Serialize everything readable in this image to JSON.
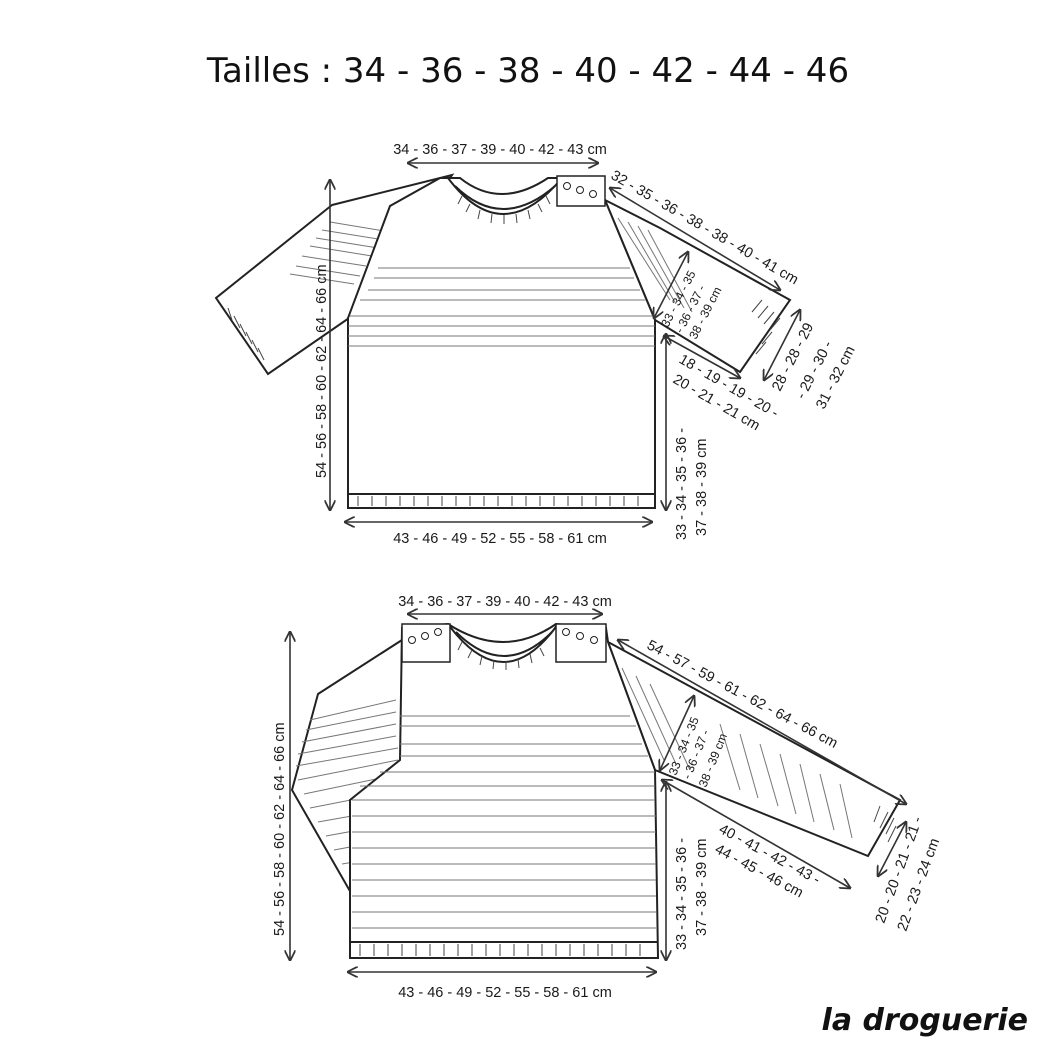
{
  "title": "Tailles : 34 - 36 - 38 - 40 - 42 - 44 - 46",
  "logo": "la droguerie",
  "diagrams": [
    {
      "variant": "short-sleeve",
      "labels": {
        "shoulder_width": "34 - 36 - 37 - 39 - 40 - 42 - 43 cm",
        "sleeve_length": "32 - 35 - 36 - 38 - 38 - 40 - 41 cm",
        "armhole_a": "33 - 34 - 35",
        "armhole_b": "- 36 - 37 -",
        "armhole_c": "38 - 39 cm",
        "cuff_width_a": "28 - 28 - 29",
        "cuff_width_b": "- 29 - 30 -",
        "cuff_width_c": "31 - 32 cm",
        "underarm_a": "18 - 19 - 19 - 20 -",
        "underarm_b": "20 - 21 - 21 cm",
        "side_a": "33 - 34 - 35 - 36 -",
        "side_b": "37 - 38 - 39 cm",
        "total_length": "54 - 56 - 58 - 60 - 62 - 64 - 66 cm",
        "bottom_width": "43 - 46 - 49 - 52 - 55 - 58 - 61 cm"
      }
    },
    {
      "variant": "long-sleeve",
      "labels": {
        "shoulder_width": "34 - 36 - 37 - 39 - 40 - 42 - 43 cm",
        "sleeve_length": "54 - 57 - 59 - 61 - 62 - 64 - 66 cm",
        "armhole_a": "33 - 34 - 35",
        "armhole_b": "- 36 - 37 -",
        "armhole_c": "38 - 39 cm",
        "cuff_width_a": "20 - 20 - 21 - 21 -",
        "cuff_width_b": "22 - 23 - 24 cm",
        "underarm_a": "40 - 41 - 42 - 43 -",
        "underarm_b": "44 - 45 - 46 cm",
        "side_a": "33 - 34 - 35 - 36 -",
        "side_b": "37 - 38 - 39 cm",
        "total_length": "54 - 56 - 58 - 60 - 62 - 64 - 66 cm",
        "bottom_width": "43 - 46 - 49 - 52 - 55 - 58 - 61 cm"
      }
    }
  ]
}
